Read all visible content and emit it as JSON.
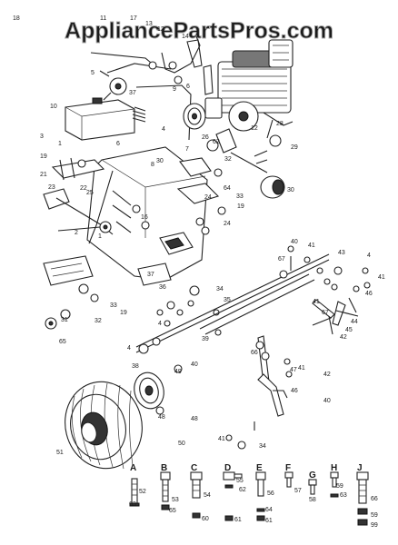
{
  "watermark": "AppliancePartsPros.com",
  "callouts": [
    "18",
    "11",
    "17",
    "13",
    "12",
    "14",
    "5",
    "37",
    "9",
    "6",
    "10",
    "3",
    "1",
    "19",
    "21",
    "22",
    "23",
    "2",
    "1",
    "25",
    "8",
    "30",
    "6",
    "16",
    "4",
    "7",
    "26",
    "62",
    "32",
    "12",
    "28",
    "29",
    "30",
    "64",
    "24",
    "33",
    "19",
    "24",
    "37",
    "36",
    "34",
    "35",
    "33",
    "19",
    "32",
    "31",
    "65",
    "4",
    "4",
    "38",
    "39",
    "40",
    "48",
    "49",
    "48",
    "50",
    "51",
    "67",
    "40",
    "41",
    "43",
    "4",
    "41",
    "41",
    "46",
    "45",
    "44",
    "42",
    "42",
    "41",
    "47",
    "46",
    "40",
    "41",
    "34",
    "67",
    "66"
  ],
  "hardware": [
    {
      "letter": "A",
      "nums": [
        "52",
        "63"
      ]
    },
    {
      "letter": "B",
      "nums": [
        "53",
        "65"
      ]
    },
    {
      "letter": "C",
      "nums": [
        "54",
        "60"
      ]
    },
    {
      "letter": "D",
      "nums": [
        "55",
        "62",
        "61"
      ]
    },
    {
      "letter": "E",
      "nums": [
        "56",
        "64",
        "61"
      ]
    },
    {
      "letter": "F",
      "nums": [
        "57"
      ]
    },
    {
      "letter": "G",
      "nums": [
        "58"
      ]
    },
    {
      "letter": "H",
      "nums": [
        "59",
        "63"
      ]
    },
    {
      "letter": "J",
      "nums": [
        "66",
        "59",
        "99"
      ]
    }
  ]
}
